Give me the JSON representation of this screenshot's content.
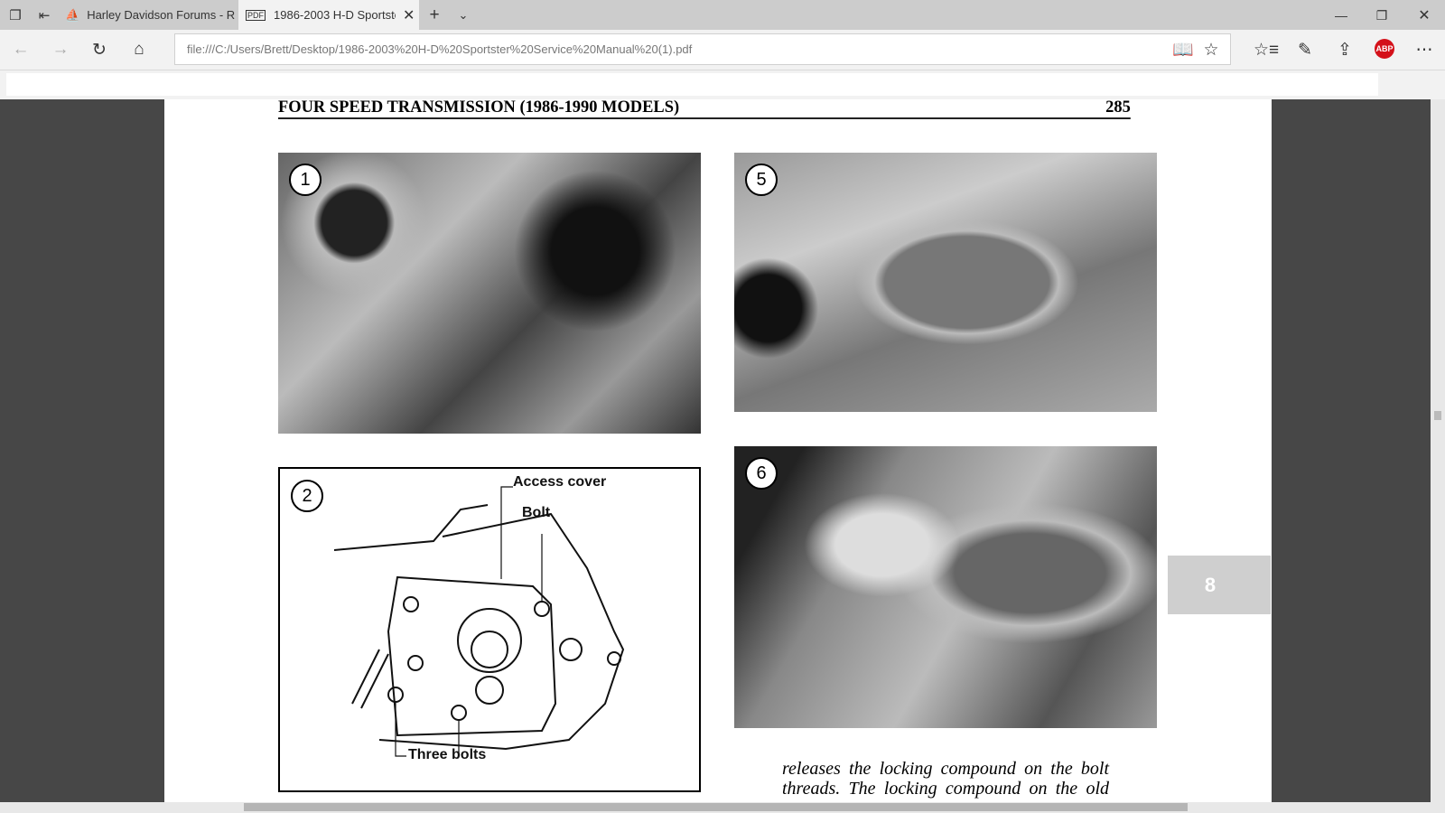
{
  "tabs": [
    {
      "label": "Harley Davidson Forums - R"
    },
    {
      "label": "1986-2003 H-D Sportste"
    }
  ],
  "address": "file:///C:/Users/Brett/Desktop/1986-2003%20H-D%20Sportster%20Service%20Manual%20(1).pdf",
  "pdf": {
    "header_title": "FOUR SPEED TRANSMISSION (1986-1990 MODELS)",
    "page_number": "285",
    "figures": [
      {
        "number": "1"
      },
      {
        "number": "2",
        "labels": [
          "Access cover",
          "Bolt",
          "Three bolts"
        ]
      },
      {
        "number": "5"
      },
      {
        "number": "6"
      }
    ],
    "chapter_tab": "8",
    "body_lines": [
      "releases the locking compound on the bolt",
      "threads. The locking compound on the old"
    ]
  },
  "abp_label": "ABP"
}
